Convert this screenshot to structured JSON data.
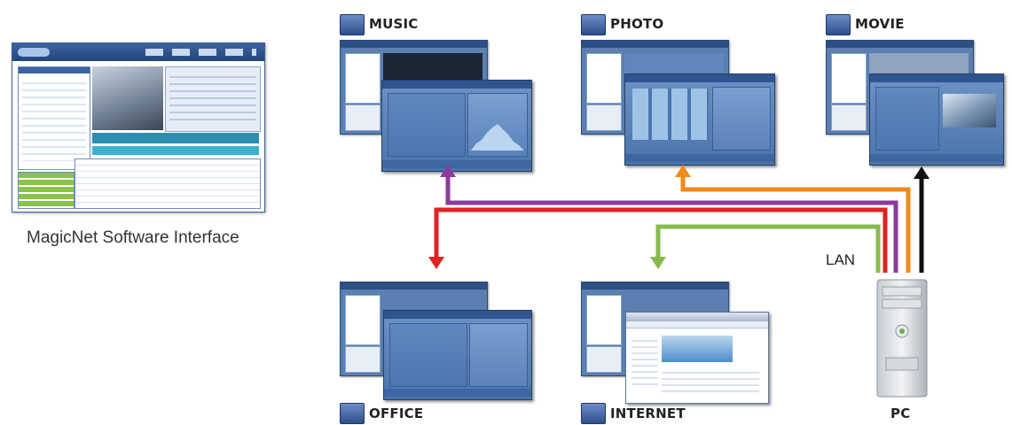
{
  "caption": "MagicNet Software Interface",
  "lan_label": "LAN",
  "categories": {
    "music": "MUSIC",
    "photo": "PHOTO",
    "movie": "MOVIE",
    "office": "OFFICE",
    "internet": "INTERNET",
    "pc": "PC"
  },
  "colors": {
    "music_line": "#8c3a9a",
    "photo_line": "#f08a1c",
    "movie_line": "#111111",
    "office_line": "#e02222",
    "internet_line": "#88bb4e",
    "screen_blue": "#5a7fb0"
  }
}
